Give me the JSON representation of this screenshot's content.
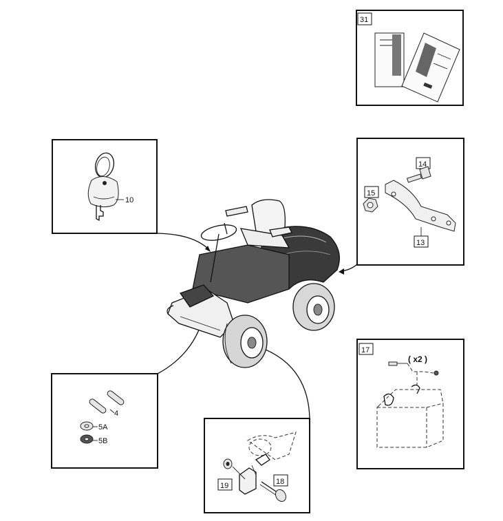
{
  "callouts": {
    "manuals": "31",
    "key": "10",
    "bolt": "14",
    "nut": "15",
    "bracket": "13",
    "battery": "17",
    "battery_qty": "( x2 )",
    "pin": "4",
    "washer_a": "5A",
    "washer_b": "5B",
    "spacer": "19",
    "bolt_wheel": "18"
  }
}
